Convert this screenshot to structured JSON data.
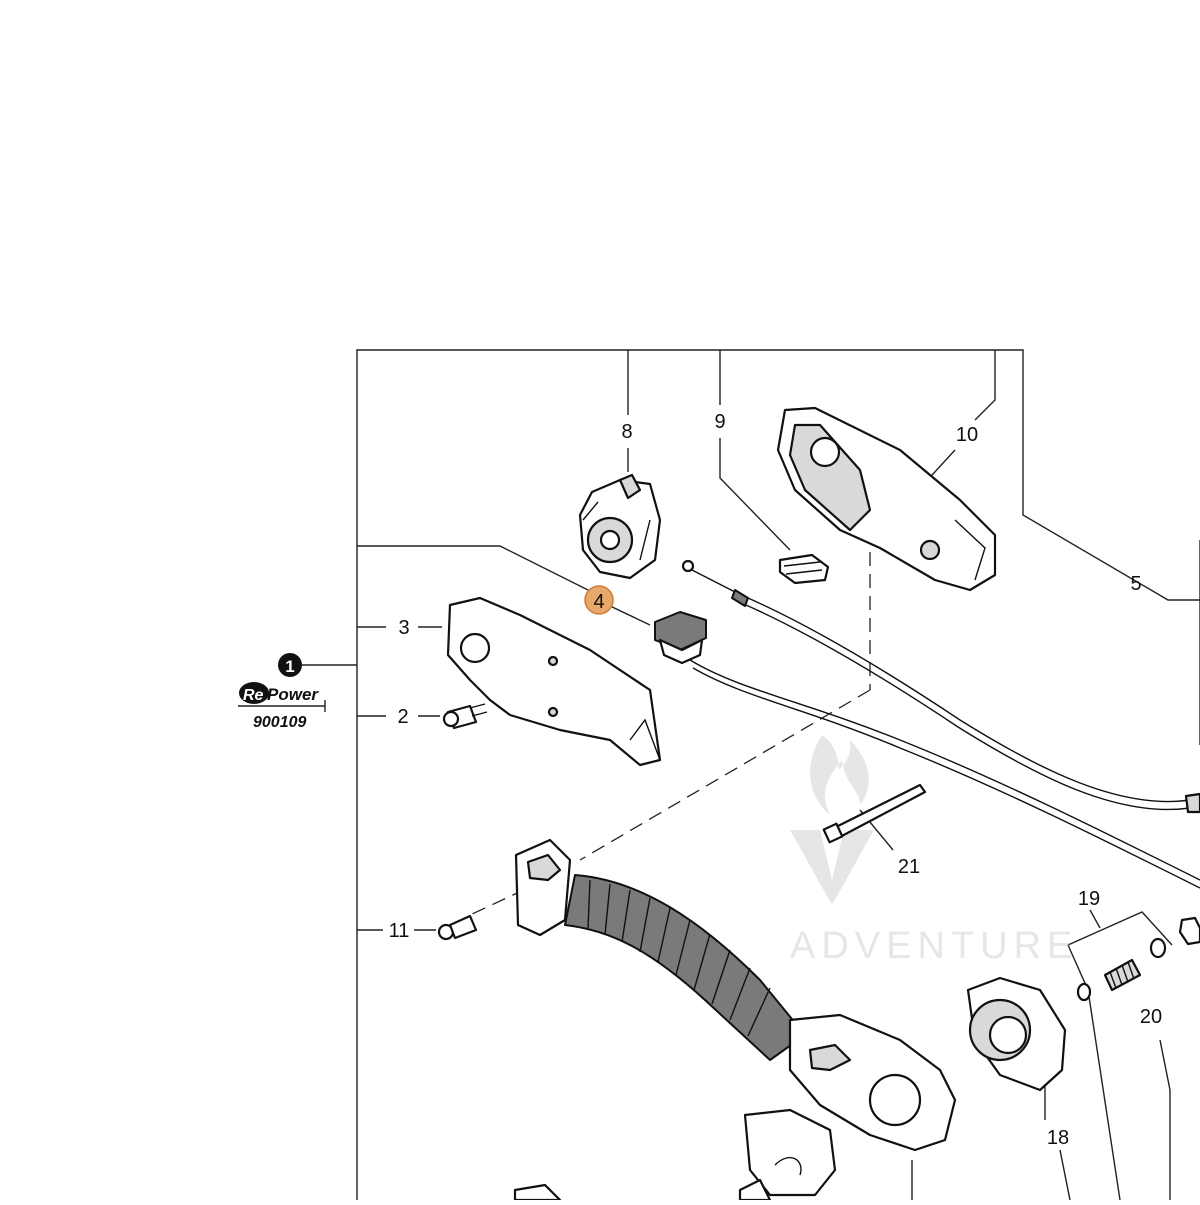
{
  "assembly_marker": "1",
  "repower": {
    "brand_re": "Re",
    "brand_power": "Power",
    "code": "900109"
  },
  "parts": [
    {
      "id": "2",
      "label": "2"
    },
    {
      "id": "3",
      "label": "3"
    },
    {
      "id": "4",
      "label": "4",
      "highlighted": true,
      "highlight_color": "#e8a869"
    },
    {
      "id": "5",
      "label": "5"
    },
    {
      "id": "8",
      "label": "8"
    },
    {
      "id": "9",
      "label": "9"
    },
    {
      "id": "10",
      "label": "10"
    },
    {
      "id": "11",
      "label": "11"
    },
    {
      "id": "18",
      "label": "18"
    },
    {
      "id": "19",
      "label": "19"
    },
    {
      "id": "20",
      "label": "20"
    },
    {
      "id": "21",
      "label": "21"
    }
  ],
  "watermark": {
    "text": "ADVENTURE"
  },
  "colors": {
    "line": "#111111",
    "highlight": "#e8a869",
    "watermark": "#c8c8c8"
  }
}
